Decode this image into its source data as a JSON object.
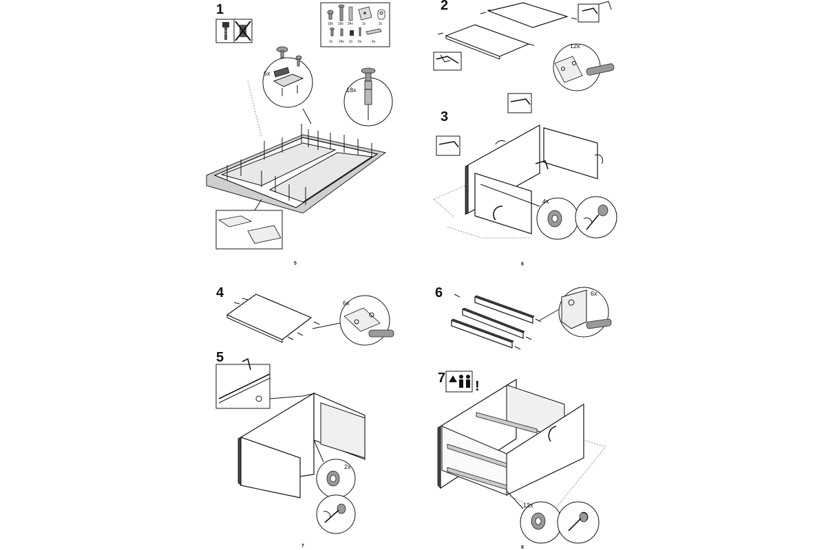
{
  "steps": {
    "s1": {
      "number": "1",
      "callout_a": "6x",
      "callout_b": "18x"
    },
    "s2": {
      "number": "2",
      "callout": "12x"
    },
    "s3": {
      "number": "3",
      "callout": "4x"
    },
    "s4": {
      "number": "4",
      "callout": "6x"
    },
    "s5": {
      "number": "5",
      "callout": "2x"
    },
    "s6": {
      "number": "6",
      "callout": "6x"
    },
    "s7": {
      "number": "7",
      "callout": "12x",
      "exclamation": "!"
    }
  },
  "parts_box": {
    "quantities": [
      "18x",
      "18x",
      "24x",
      "1x",
      "2x",
      "2x",
      "24x",
      "2x",
      "6x",
      "4x"
    ]
  },
  "page_numbers": [
    "5",
    "6",
    "7",
    "8"
  ],
  "icons": [
    "screwdriver-icon",
    "no-drill-icon",
    "hand-press-icon",
    "two-person-icon",
    "warning-icon",
    "rotate-arrow-icon"
  ]
}
